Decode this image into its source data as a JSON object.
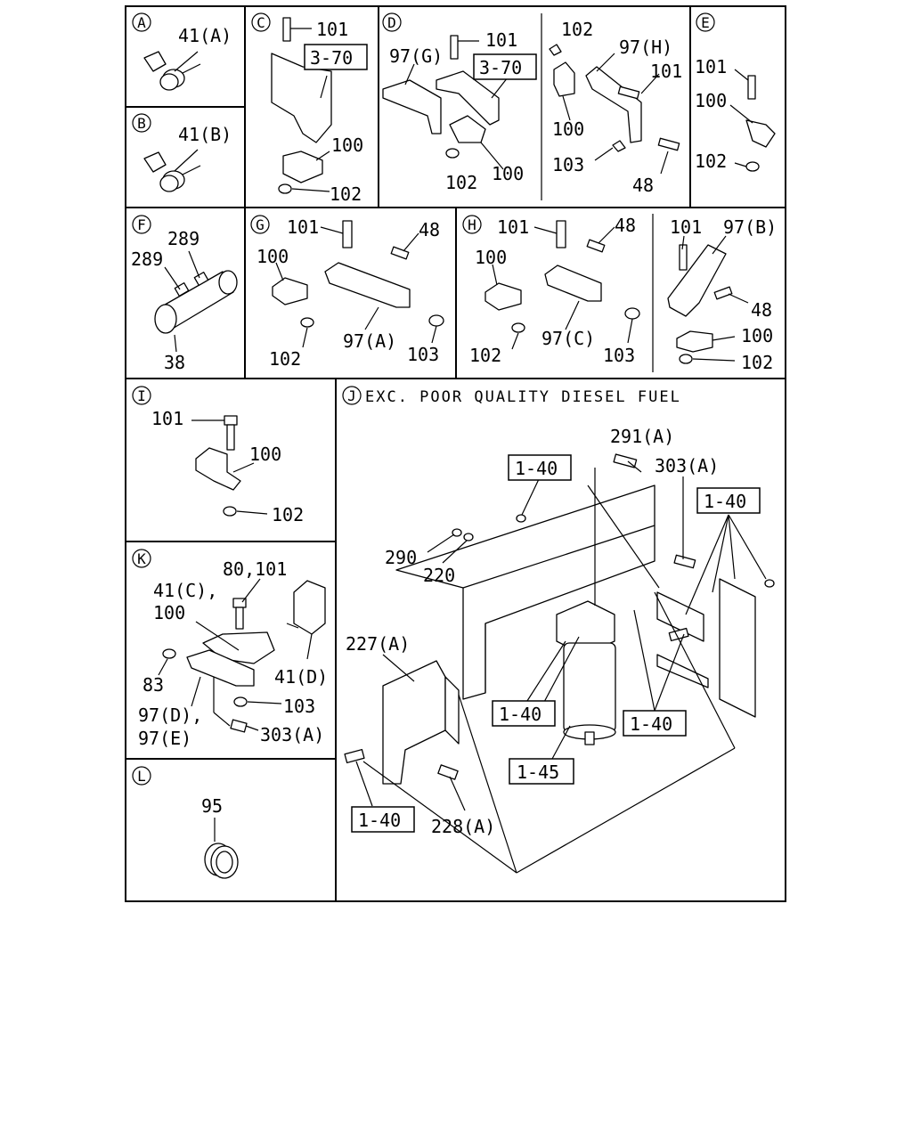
{
  "sections": {
    "A": {
      "letter": "A",
      "labels": [
        "41(A)"
      ]
    },
    "B": {
      "letter": "B",
      "labels": [
        "41(B)"
      ]
    },
    "C": {
      "letter": "C",
      "labels": [
        "101",
        "3-70",
        "100",
        "102"
      ]
    },
    "D": {
      "letter": "D",
      "labels": [
        "101",
        "97(G)",
        "3-70",
        "102",
        "100",
        "102",
        "97(H)",
        "101",
        "100",
        "103",
        "48"
      ]
    },
    "E": {
      "letter": "E",
      "labels": [
        "101",
        "100",
        "102"
      ]
    },
    "F": {
      "letter": "F",
      "labels": [
        "289",
        "289",
        "38"
      ]
    },
    "G": {
      "letter": "G",
      "labels": [
        "101",
        "48",
        "100",
        "102",
        "97(A)",
        "103"
      ]
    },
    "H": {
      "letter": "H",
      "labels": [
        "101",
        "48",
        "100",
        "102",
        "97(C)",
        "103"
      ]
    },
    "HB": {
      "labels": [
        "101",
        "97(B)",
        "48",
        "100",
        "102"
      ]
    },
    "I": {
      "letter": "I",
      "labels": [
        "101",
        "100",
        "102"
      ]
    },
    "J": {
      "letter": "J",
      "caption": "EXC. POOR QUALITY DIESEL FUEL",
      "labels": [
        "291(A)",
        "303(A)",
        "1-40",
        "1-40",
        "290",
        "220",
        "227(A)",
        "1-40",
        "1-40",
        "1-45",
        "1-40",
        "228(A)"
      ]
    },
    "K": {
      "letter": "K",
      "labels": [
        "80,101",
        "41(C),",
        "100",
        "83",
        "41(D)",
        "103",
        "97(D),",
        "97(E)",
        "303(A)"
      ]
    },
    "L": {
      "letter": "L",
      "labels": [
        "95"
      ]
    }
  }
}
